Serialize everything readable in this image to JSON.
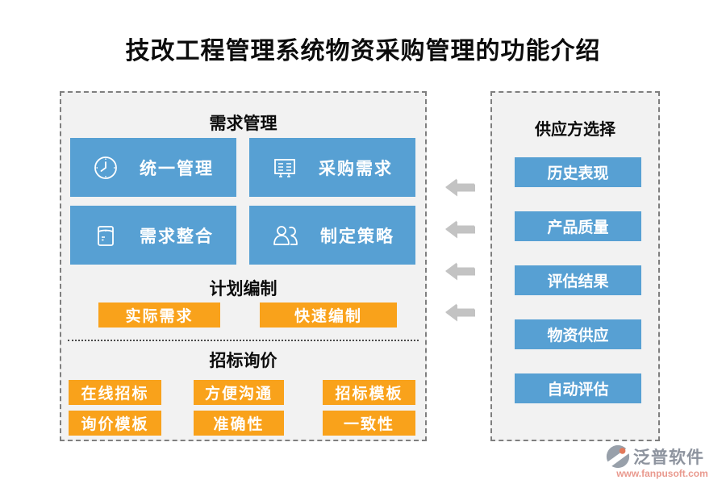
{
  "title": "技改工程管理系统物资采购管理的功能介绍",
  "colors": {
    "blue": "#57a0d3",
    "orange": "#f9a21b",
    "panel_bg": "#f2f2f2",
    "arrow": "#c3c3c3",
    "logo_gray": "#8d939e",
    "logo_url": "#e9998e"
  },
  "left": {
    "sections": [
      {
        "heading": "需求管理",
        "buttons": [
          {
            "label": "统一管理",
            "icon": "clock-icon"
          },
          {
            "label": "采购需求",
            "icon": "list-icon"
          },
          {
            "label": "需求整合",
            "icon": "pouch-icon"
          },
          {
            "label": "制定策略",
            "icon": "people-icon"
          }
        ]
      },
      {
        "heading": "计划编制",
        "buttons": [
          {
            "label": "实际需求"
          },
          {
            "label": "快速编制"
          }
        ]
      },
      {
        "heading": "招标询价",
        "buttons": [
          {
            "label": "在线招标"
          },
          {
            "label": "方便沟通"
          },
          {
            "label": "招标模板"
          },
          {
            "label": "询价模板"
          },
          {
            "label": "准确性"
          },
          {
            "label": "一致性"
          }
        ]
      }
    ]
  },
  "right": {
    "heading": "供应方选择",
    "buttons": [
      "历史表现",
      "产品质量",
      "评估结果",
      "物资供应",
      "自动评估"
    ]
  },
  "logo": {
    "name": "泛普软件",
    "url": "www.fanpusoft.com"
  }
}
